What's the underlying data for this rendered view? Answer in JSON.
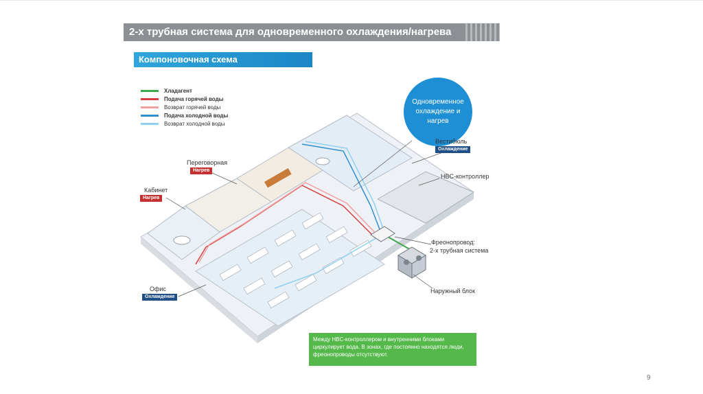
{
  "header": {
    "title": "2-х трубная система для одновременного охлаждения/нагрева"
  },
  "section": {
    "title": "Компоновочная схема"
  },
  "legend": [
    {
      "label": "Хладагент",
      "color": "#3aa84a",
      "bold": true
    },
    {
      "label": "Подача горячей воды",
      "color": "#d83c3c",
      "bold": true
    },
    {
      "label": "Возврат горячей воды",
      "color": "#f0a0a0",
      "bold": false
    },
    {
      "label": "Подача холодной воды",
      "color": "#2b8fd0",
      "bold": true
    },
    {
      "label": "Возврат холодной воды",
      "color": "#8fd0ef",
      "bold": false
    }
  ],
  "bubble": {
    "text": "Одновременное охлаждение и нагрев"
  },
  "rooms": {
    "meeting": {
      "name": "Переговорная",
      "mode": "Нагрев"
    },
    "cabinet": {
      "name": "Кабинет",
      "mode": "Нагрев"
    },
    "office": {
      "name": "Офис",
      "mode": "Охлаждение"
    },
    "lobby": {
      "name": "Вестибюль",
      "mode": "Охлаждение"
    }
  },
  "callouts": {
    "hbc": "HBC-контроллер",
    "pipe_line1": "Фреонопровод:",
    "pipe_line2": "2-х трубная система",
    "outdoor": "Наружный блок"
  },
  "note": {
    "text": "Между HBC-контроллером и внутренними блоками циркулирует вода. В зонах, где постоянно находятся люди, фреонопроводы отсутствуют."
  },
  "page_number": "9"
}
